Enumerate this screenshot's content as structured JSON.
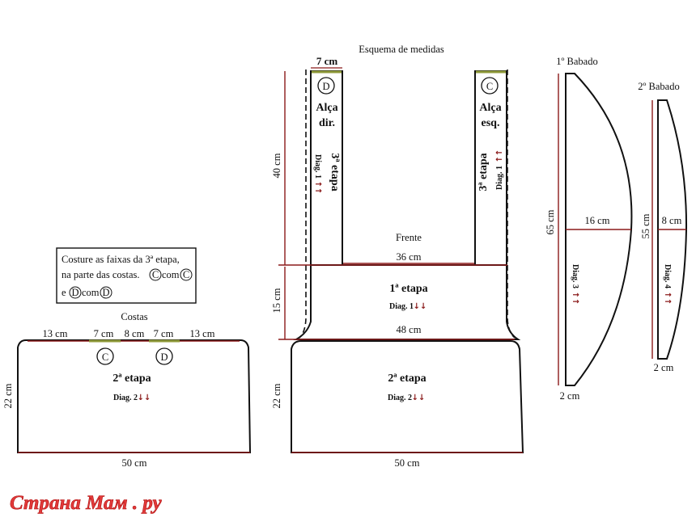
{
  "title": "Esquema de medidas",
  "note": {
    "line1": "Costure as faixas da 3ª etapa,",
    "line2": "na parte das costas.",
    "line2b": "com",
    "line3a": "e",
    "line3b": "com",
    "letter_c": "C",
    "letter_d": "D"
  },
  "costas": {
    "label": "Costas",
    "top_measures": [
      "13 cm",
      "7 cm",
      "8 cm",
      "7 cm",
      "13 cm"
    ],
    "marker_c": "C",
    "marker_d": "D",
    "etapa": "2ª etapa",
    "diag": "Diag. 2",
    "diag_arrows": "↓↓",
    "height": "22 cm",
    "width": "50 cm"
  },
  "frente": {
    "label": "Frente",
    "strap_width": "7 cm",
    "strap_height": "40 cm",
    "left_strap": {
      "marker": "D",
      "name_line1": "Alça",
      "name_line2": "dir.",
      "etapa": "3ª etapa",
      "diag": "Diag. 1",
      "diag_arrows": "↑↑"
    },
    "right_strap": {
      "marker": "C",
      "name_line1": "Alça",
      "name_line2": "esq.",
      "etapa": "3ª etapa",
      "diag": "Diag. 1",
      "diag_arrows": "↑↑"
    },
    "bodice_width": "36 cm",
    "bodice_height": "15 cm",
    "bodice_etapa": "1ª etapa",
    "bodice_diag": "Diag. 1",
    "bodice_diag_arrows": "↓↓",
    "waist_width": "48 cm",
    "skirt_height": "22 cm",
    "skirt_etapa": "2ª etapa",
    "skirt_diag": "Diag. 2",
    "skirt_diag_arrows": "↓↓",
    "bottom_width": "50 cm"
  },
  "babado1": {
    "label": "1º Babado",
    "length": "65 cm",
    "width": "16 cm",
    "end": "2 cm",
    "diag": "Diag. 3",
    "diag_arrows": "↑↑"
  },
  "babado2": {
    "label": "2º Babado",
    "length": "55 cm",
    "width": "8 cm",
    "end": "2 cm",
    "diag": "Diag. 4",
    "diag_arrows": "↑↑"
  },
  "watermark": "Страна Мам . ру"
}
